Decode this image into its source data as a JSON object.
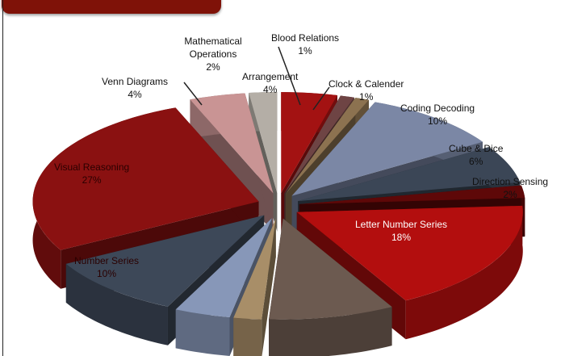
{
  "chart_data": {
    "type": "pie",
    "style": "3d-exploded",
    "slices": [
      {
        "label": "Arrangement",
        "pct_label": "4%",
        "value": 4,
        "color": "#a31212"
      },
      {
        "label": "Blood Relations",
        "pct_label": "1%",
        "value": 1,
        "color": "#6e4444"
      },
      {
        "label": "Clock & Calender",
        "pct_label": "1%",
        "value": 1,
        "color": "#8c7250"
      },
      {
        "label": "Coding Decoding",
        "pct_label": "10%",
        "value": 10,
        "color": "#7b87a5"
      },
      {
        "label": "Cube & Dice",
        "pct_label": "6%",
        "value": 6,
        "color": "#3b4656"
      },
      {
        "label": "Direction Sensing",
        "pct_label": "2%",
        "value": 2,
        "color": "#5e0808"
      },
      {
        "label": "Letter Number Series",
        "pct_label": "18%",
        "value": 18,
        "color": "#b30e0e"
      },
      {
        "label": "",
        "pct_label": "",
        "value": 9,
        "color": "#6c5a50"
      },
      {
        "label": "",
        "pct_label": "",
        "value": 2,
        "color": "#a88e68"
      },
      {
        "label": "",
        "pct_label": "",
        "value": 4,
        "color": "#8797b8"
      },
      {
        "label": "Number Series",
        "pct_label": "10%",
        "value": 10,
        "color": "#3d4858"
      },
      {
        "label": "Visual Reasoning",
        "pct_label": "27%",
        "value": 27,
        "color": "#8a1111"
      },
      {
        "label": "Venn Diagrams",
        "pct_label": "4%",
        "value": 4,
        "color": "#c99494"
      },
      {
        "label": "Mathematical Operations",
        "pct_label": "2%",
        "value": 2,
        "color": "#b4aea6"
      }
    ]
  }
}
